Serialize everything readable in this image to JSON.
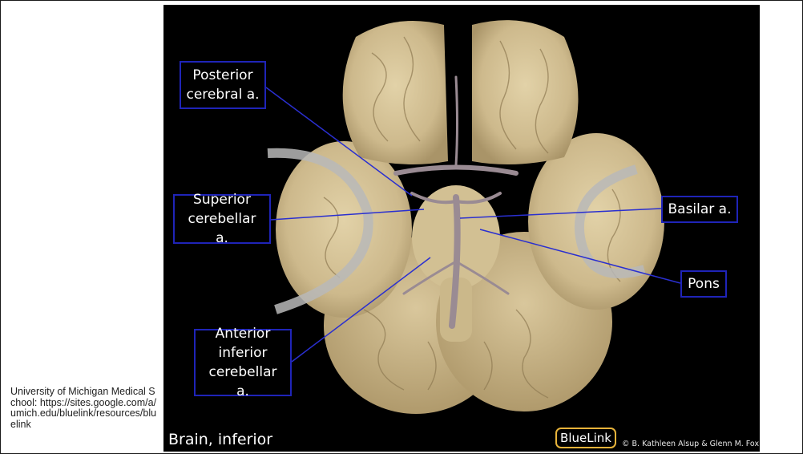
{
  "slide": {
    "source_credit": "University of Michigan Medical School: https://sites.google.com/a/umich.edu/bluelink/resources/bluelink",
    "photo": {
      "caption": "Brain, inferior",
      "logo": "BlueLink",
      "copyright": "© B. Kathleen Alsup & Glenn M. Fox"
    },
    "labels": {
      "posterior_cerebral": "Posterior\ncerebral a.",
      "superior_cerebellar": "Superior\ncerebellar a.",
      "anterior_inferior_cerebellar": "Anterior\ninferior\ncerebellar a.",
      "basilar": "Basilar a.",
      "pons": "Pons"
    }
  },
  "colors": {
    "label_border": "#1f24b8",
    "leader_line": "#2a2fd0",
    "logo_border": "#e7b33a",
    "tissue": "#d7c49a"
  }
}
